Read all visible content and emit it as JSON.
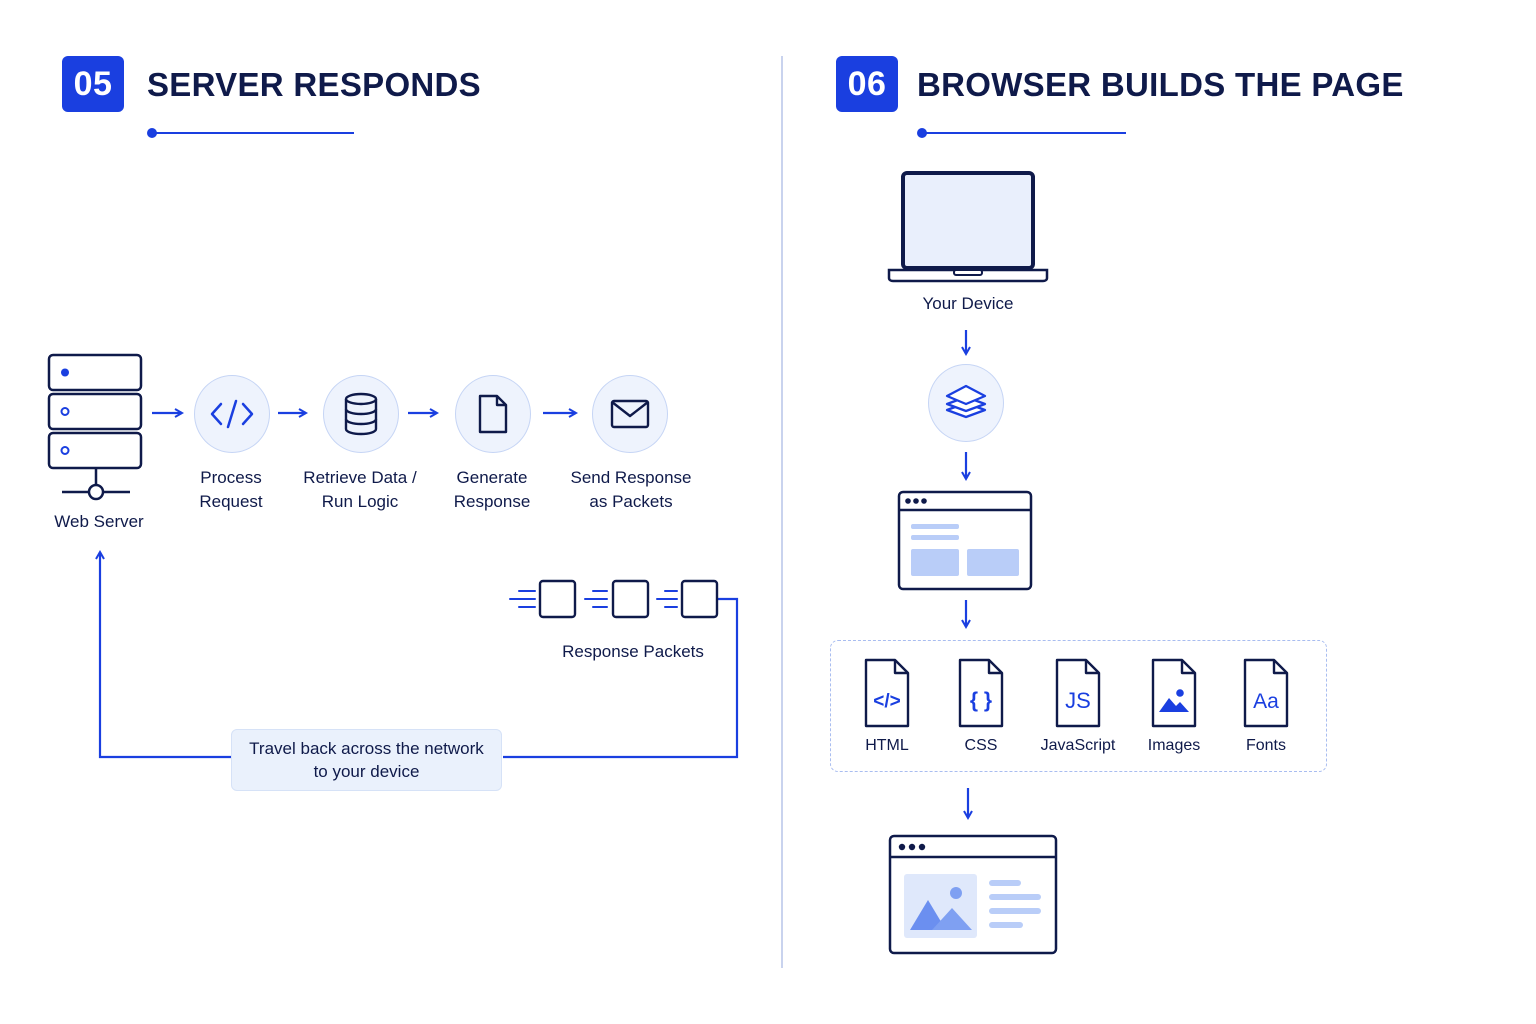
{
  "left": {
    "number": "05",
    "title": "SERVER RESPONDS",
    "web_server_label": "Web Server",
    "steps": [
      {
        "line1": "Process",
        "line2": "Request"
      },
      {
        "line1": "Retrieve Data /",
        "line2": "Run Logic"
      },
      {
        "line1": "Generate",
        "line2": "Response"
      },
      {
        "line1": "Send Response",
        "line2": "as Packets"
      }
    ],
    "packets_label": "Response Packets",
    "callout_line1": "Travel back across the network",
    "callout_line2": "to your device"
  },
  "right": {
    "number": "06",
    "title": "BROWSER BUILDS THE PAGE",
    "device_label": "Your Device",
    "assets": [
      "HTML",
      "CSS",
      "JavaScript",
      "Images",
      "Fonts"
    ],
    "asset_glyphs": [
      "</>",
      "{ }",
      "JS",
      "",
      "Aa"
    ]
  },
  "colors": {
    "accent": "#1a3fe0",
    "navy": "#0f1a4a",
    "circle_fill": "#eef3fd",
    "light_block": "#b9cdf8"
  }
}
